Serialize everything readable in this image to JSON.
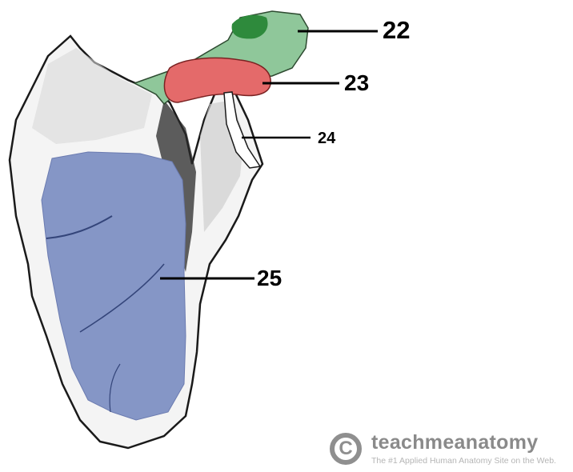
{
  "figure": {
    "subject": "Scapula (posterior/anterior view illustration)",
    "colors": {
      "background": "#ffffff",
      "region_22_light": "#8fc79a",
      "region_22_dark": "#2e8a3c",
      "region_23": "#e46a6a",
      "region_25": "#8596c6",
      "leader_line": "#000000",
      "bone_outline": "#1a1a1a"
    },
    "labels": [
      {
        "id": "22",
        "text": "22",
        "color_region": "green"
      },
      {
        "id": "23",
        "text": "23",
        "color_region": "red"
      },
      {
        "id": "24",
        "text": "24",
        "color_region": "none"
      },
      {
        "id": "25",
        "text": "25",
        "color_region": "blue"
      }
    ]
  },
  "watermark": {
    "icon": "copyright-icon",
    "icon_glyph": "C",
    "name": "teachmeanatomy",
    "tagline": "The #1 Applied Human Anatomy Site on the Web."
  }
}
